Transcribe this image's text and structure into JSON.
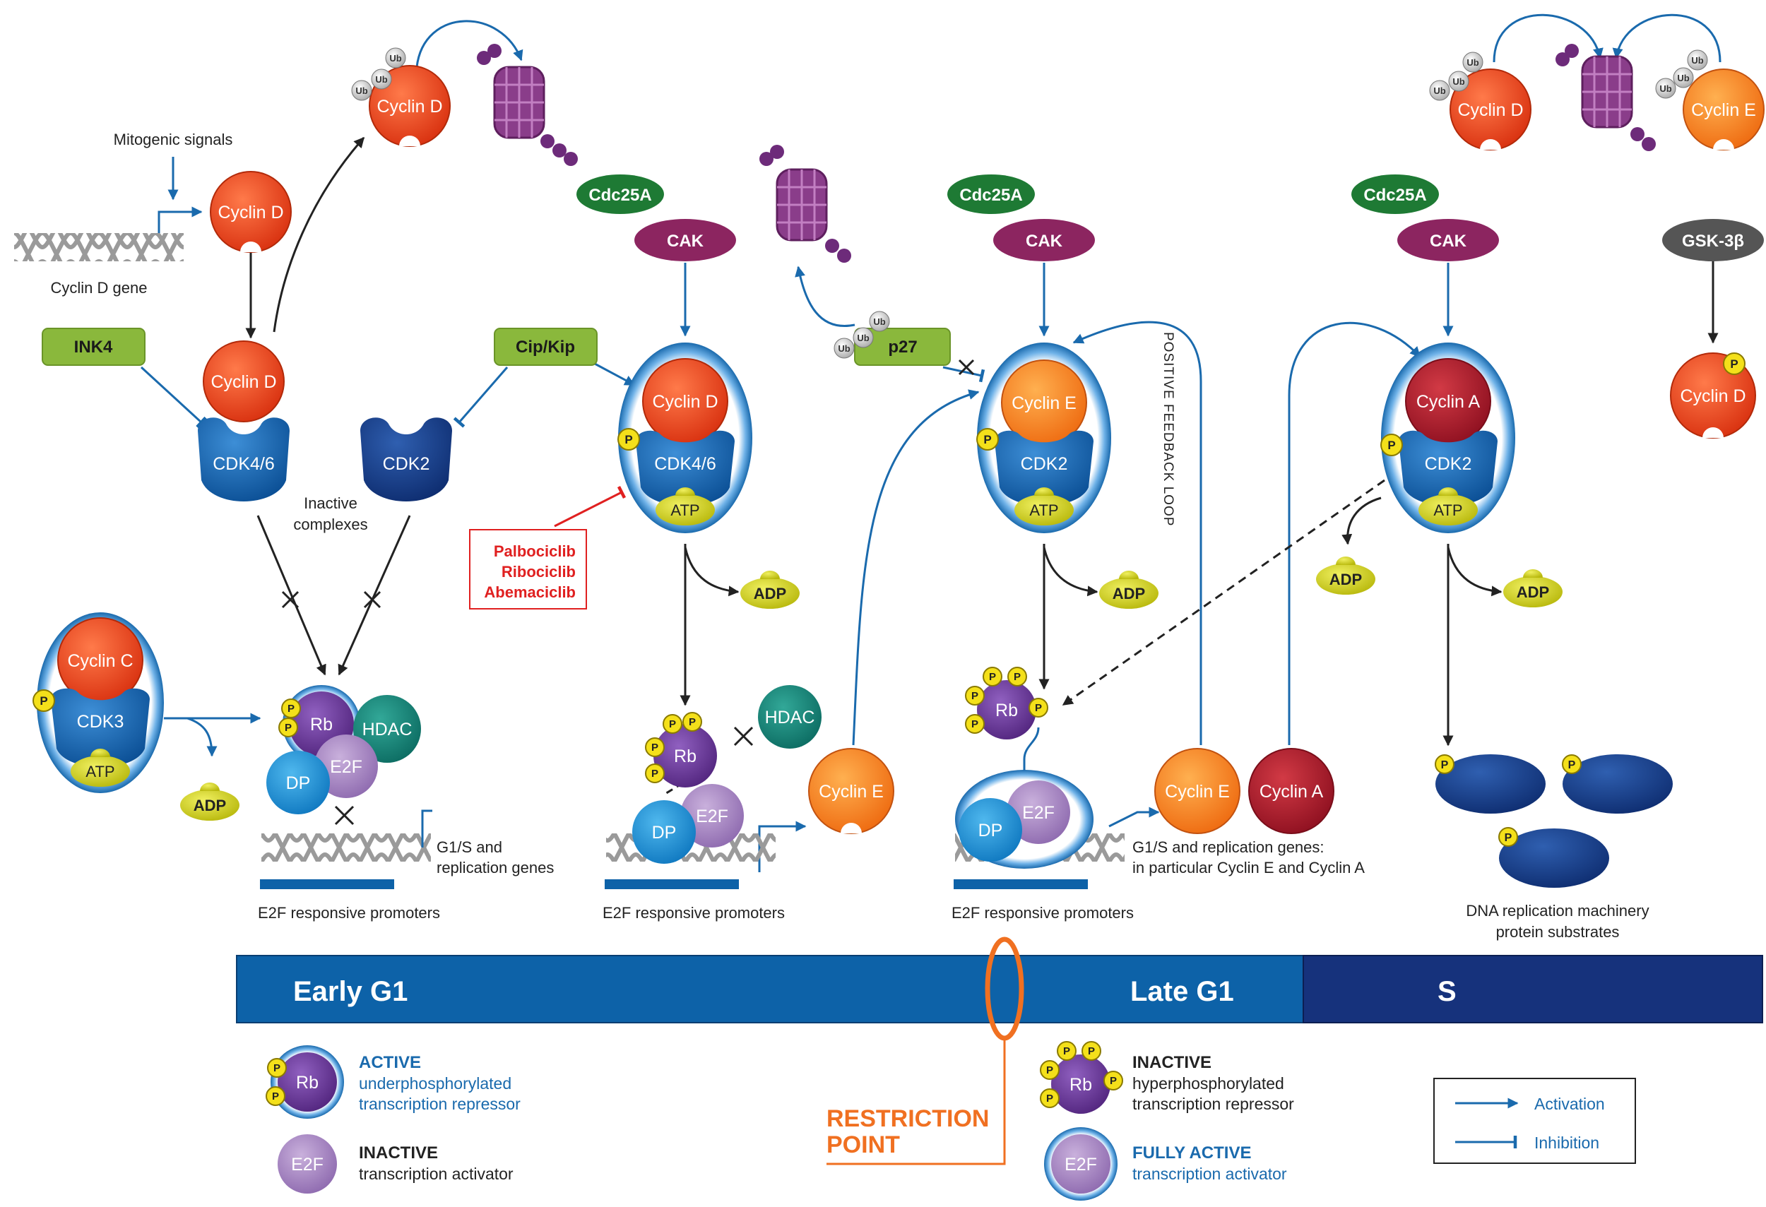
{
  "labels": {
    "mitogenic_signals": "Mitogenic signals",
    "cyclin_d_gene": "Cyclin D gene",
    "inactive_complexes_1": "Inactive",
    "inactive_complexes_2": "complexes",
    "g1s_genes_1": "G1/S and",
    "g1s_genes_2": "replication genes",
    "e2f_promoters": "E2F responsive promoters",
    "g1s_genes_late_1": "G1/S and replication genes:",
    "g1s_genes_late_2": "in particular Cyclin E and Cyclin A",
    "dna_repl_1": "DNA replication machinery",
    "dna_repl_2": "protein substrates",
    "positive_feedback": "POSITIVE FEEDBACK LOOP"
  },
  "molecules": {
    "cyclin_d": "Cyclin D",
    "cyclin_e": "Cyclin E",
    "cyclin_a": "Cyclin A",
    "cyclin_c": "Cyclin C",
    "cdk46": "CDK4/6",
    "cdk2": "CDK2",
    "cdk3": "CDK3",
    "atp": "ATP",
    "adp": "ADP",
    "rb": "Rb",
    "e2f": "E2F",
    "dp": "DP",
    "hdac": "HDAC",
    "p": "P",
    "ub": "Ub",
    "ink4": "INK4",
    "cipkip": "Cip/Kip",
    "cdc25a": "Cdc25A",
    "cak": "CAK",
    "p27": "p27",
    "gsk3b": "GSK-3β"
  },
  "drugs": [
    "Palbociclib",
    "Ribociclib",
    "Abemaciclib"
  ],
  "phases": {
    "early_g1": "Early G1",
    "late_g1": "Late G1",
    "s": "S",
    "restriction_1": "RESTRICTION",
    "restriction_2": "POINT"
  },
  "legend": {
    "active_title": "ACTIVE",
    "active_sub_1": "underphosphorylated",
    "active_sub_2": "transcription repressor",
    "inactive_e2f_title": "INACTIVE",
    "inactive_e2f_sub": "transcription activator",
    "inactive_rb_title": "INACTIVE",
    "inactive_rb_sub_1": "hyperphosphorylated",
    "inactive_rb_sub_2": "transcription repressor",
    "fully_active_title": "FULLY ACTIVE",
    "fully_active_sub": "transcription activator",
    "activation": "Activation",
    "inhibition": "Inhibition"
  },
  "colors": {
    "activation_blue": "#1a6aad",
    "cyclin_red": "#e8401c",
    "cyclin_orange": "#f47a1f",
    "cyclin_darkred": "#a8182a",
    "cdk_blue": "#1565a8",
    "cdk_navy": "#153f84",
    "inhibitor_green": "#8ab83c",
    "cdc25a_green": "#1e7a34",
    "cak_purple": "#8c2560",
    "rb_purple": "#6d3c96",
    "e2f_lilac": "#a889c1",
    "dp_cyan": "#1e90d6",
    "hdac_teal": "#15877a",
    "atp_yellow": "#d4d61c",
    "phase_early": "#0d62a8",
    "phase_s": "#16327c",
    "restriction_orange": "#f07021",
    "drug_red": "#e02020"
  }
}
